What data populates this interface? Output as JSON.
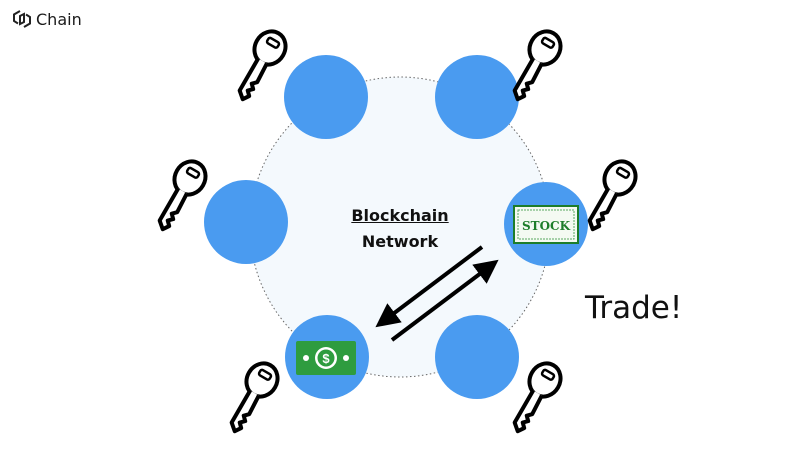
{
  "header": {
    "brand": "Chain"
  },
  "diagram": {
    "network_label_line1": "Blockchain",
    "network_label_line2": "Network",
    "trade_label": "Trade!",
    "stock_label": "STOCK",
    "currency_symbol": "$"
  },
  "colors": {
    "node": "#4a9bf0",
    "network_fill": "#f4f9fd",
    "cash": "#2e9c3f",
    "stock": "#1d7d2a"
  }
}
